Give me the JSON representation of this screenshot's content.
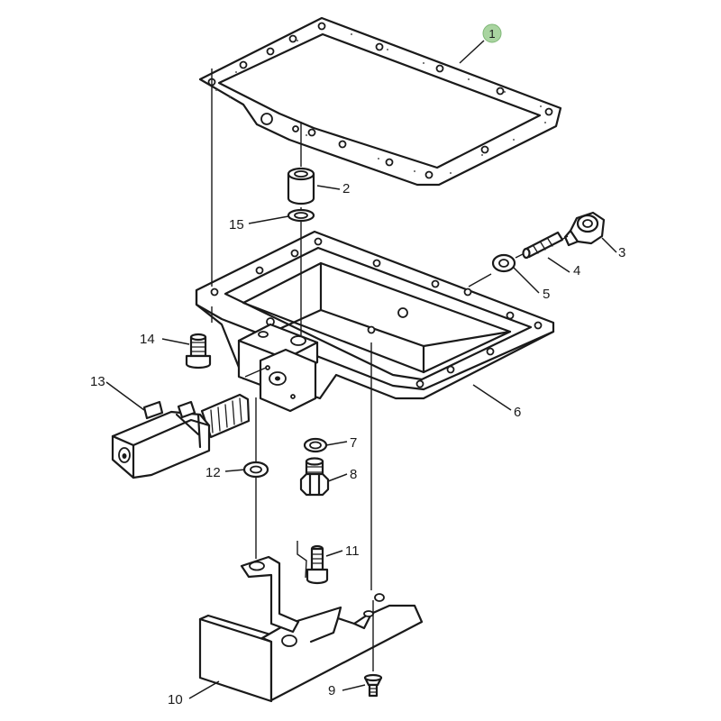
{
  "colors": {
    "line": "#1a1a1a",
    "highlight_badge": "#a9d4a0"
  },
  "callouts": [
    {
      "id": "1",
      "text": "1",
      "highlighted": true
    },
    {
      "id": "2",
      "text": "2"
    },
    {
      "id": "3",
      "text": "3"
    },
    {
      "id": "4",
      "text": "4"
    },
    {
      "id": "5",
      "text": "5"
    },
    {
      "id": "6",
      "text": "6"
    },
    {
      "id": "7",
      "text": "7"
    },
    {
      "id": "8",
      "text": "8"
    },
    {
      "id": "9",
      "text": "9"
    },
    {
      "id": "10",
      "text": "10"
    },
    {
      "id": "11",
      "text": "11"
    },
    {
      "id": "12",
      "text": "12"
    },
    {
      "id": "13",
      "text": "13"
    },
    {
      "id": "14",
      "text": "14"
    },
    {
      "id": "15",
      "text": "15"
    }
  ]
}
